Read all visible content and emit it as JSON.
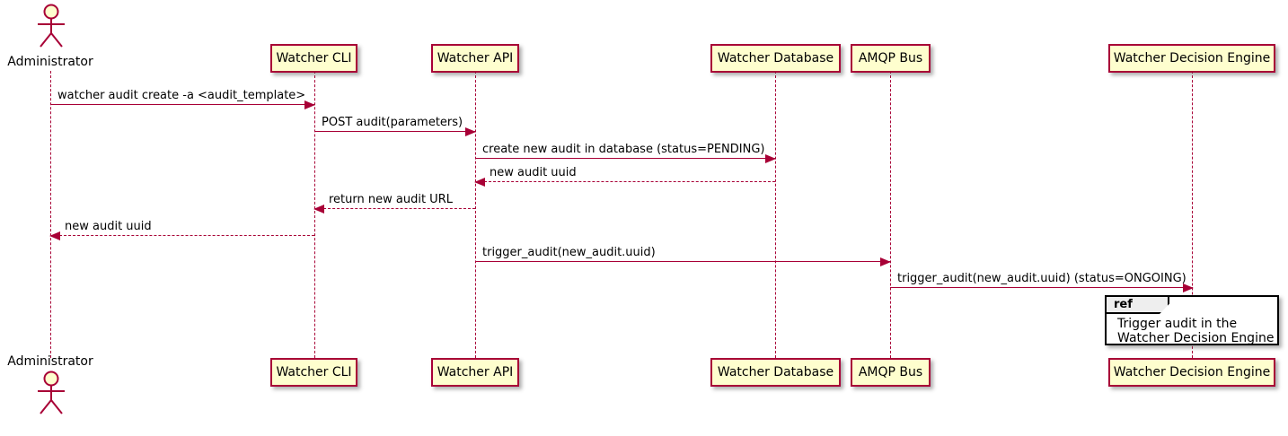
{
  "diagram_type": "sequence-diagram",
  "colors": {
    "participant_fill": "#FEFECE",
    "participant_border": "#A80036",
    "lifeline": "#A80036",
    "arrow": "#A80036",
    "text": "#000000",
    "ref_border": "#000000",
    "ref_header_fill": "#EEEEEE"
  },
  "actor": {
    "name": "Administrator"
  },
  "participants": [
    {
      "name": "Watcher CLI"
    },
    {
      "name": "Watcher API"
    },
    {
      "name": "Watcher Database"
    },
    {
      "name": "AMQP Bus"
    },
    {
      "name": "Watcher Decision Engine"
    }
  ],
  "messages": [
    {
      "from": "Administrator",
      "to": "Watcher CLI",
      "label": "watcher audit create -a <audit_template>",
      "line": "solid"
    },
    {
      "from": "Watcher CLI",
      "to": "Watcher API",
      "label": "POST audit(parameters)",
      "line": "solid"
    },
    {
      "from": "Watcher API",
      "to": "Watcher Database",
      "label": "create new audit in database (status=PENDING)",
      "line": "solid"
    },
    {
      "from": "Watcher Database",
      "to": "Watcher API",
      "label": "new audit uuid",
      "line": "dashed"
    },
    {
      "from": "Watcher API",
      "to": "Watcher CLI",
      "label": "return new audit URL",
      "line": "dashed"
    },
    {
      "from": "Watcher CLI",
      "to": "Administrator",
      "label": "new audit uuid",
      "line": "dashed"
    },
    {
      "from": "Watcher API",
      "to": "AMQP Bus",
      "label": "trigger_audit(new_audit.uuid)",
      "line": "solid"
    },
    {
      "from": "AMQP Bus",
      "to": "Watcher Decision Engine",
      "label": "trigger_audit(new_audit.uuid) (status=ONGOING)",
      "line": "solid"
    }
  ],
  "ref": {
    "keyword": "ref",
    "lines": [
      "Trigger audit in the",
      "Watcher Decision Engine"
    ]
  }
}
